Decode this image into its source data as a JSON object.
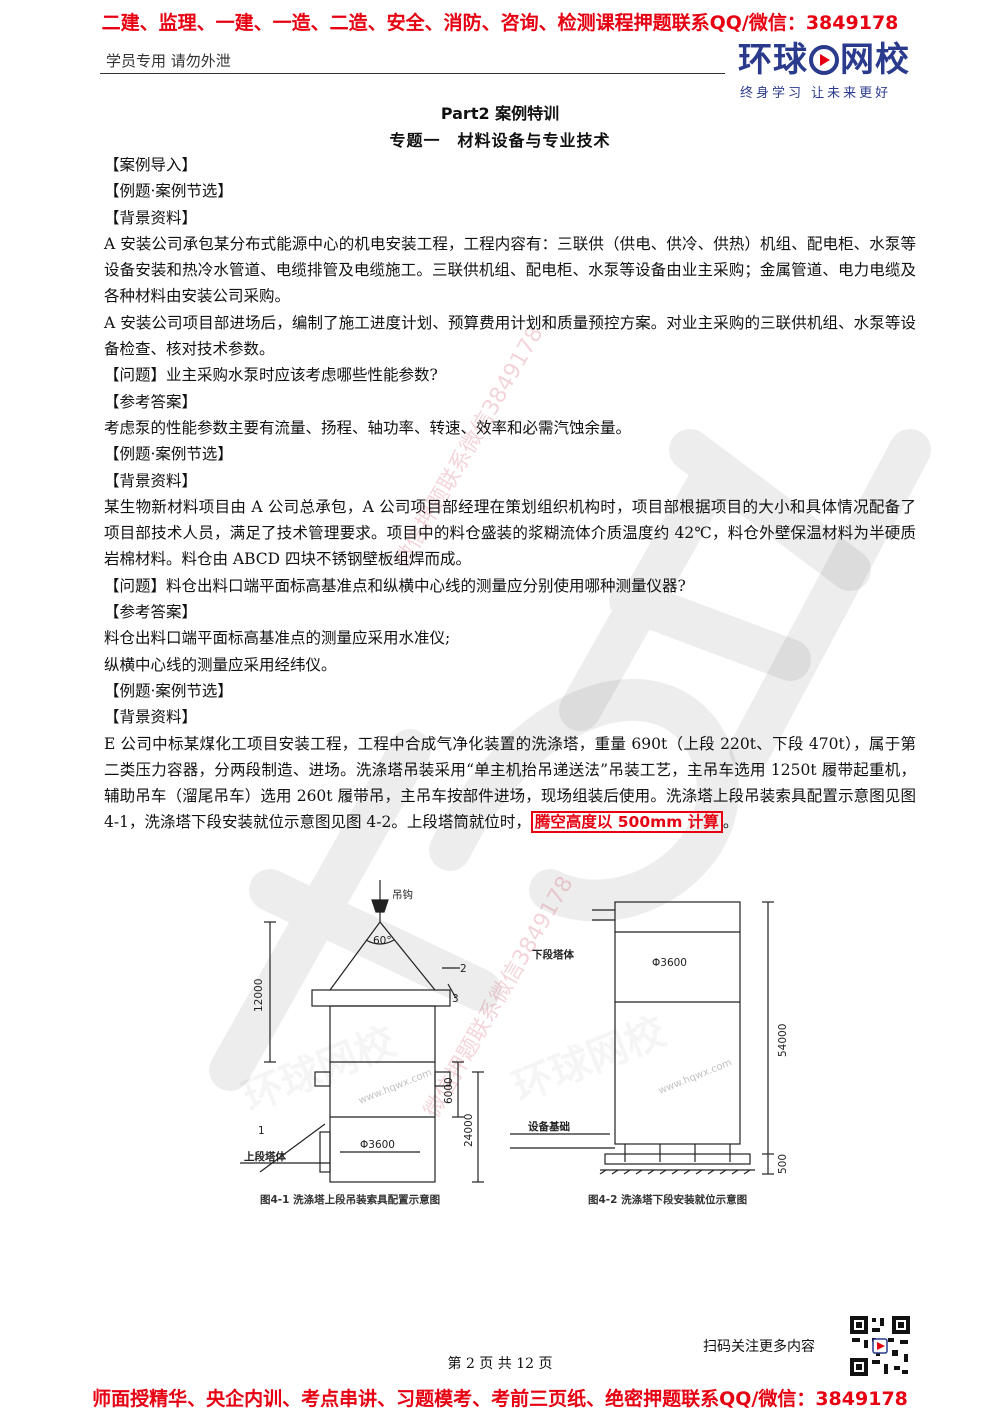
{
  "promo": {
    "top": "二建、监理、一建、一造、二造、安全、消防、咨询、检测课程押题联系QQ/微信：3849178",
    "bottom": "师面授精华、央企内训、考点串讲、习题模考、考前三页纸、绝密押题联系QQ/微信：3849178"
  },
  "header": {
    "note": "学员专用 请勿外泄",
    "logo_left": "环球",
    "logo_right": "网校",
    "slogan": "终身学习 让未来更好"
  },
  "watermark": {
    "diag_text": "微信押题联系微信3849178",
    "site": "www.hqwx.com"
  },
  "titles": {
    "part": "Part2 案例特训",
    "topic": "专题一　材料设备与专业技术"
  },
  "content": {
    "p01": "【案例导入】",
    "p02": "【例题·案例节选】",
    "p03": "【背景资料】",
    "p04": "A 安装公司承包某分布式能源中心的机电安装工程，工程内容有：三联供（供电、供冷、供热）机组、配电柜、水泵等设备安装和热冷水管道、电缆排管及电缆施工。三联供机组、配电柜、水泵等设备由业主采购；金属管道、电力电缆及各种材料由安装公司采购。",
    "p05": "A 安装公司项目部进场后，编制了施工进度计划、预算费用计划和质量预控方案。对业主采购的三联供机组、水泵等设备检查、核对技术参数。",
    "p06": "【问题】业主采购水泵时应该考虑哪些性能参数?",
    "p07": "【参考答案】",
    "p08": "考虑泵的性能参数主要有流量、扬程、轴功率、转速、效率和必需汽蚀余量。",
    "p09": "【例题·案例节选】",
    "p10": "【背景资料】",
    "p11": "某生物新材料项目由 A 公司总承包，A 公司项目部经理在策划组织机构时，项目部根据项目的大小和具体情况配备了项目部技术人员，满足了技术管理要求。项目中的料仓盛装的浆糊流体介质温度约 42℃，料仓外壁保温材料为半硬质岩棉材料。料仓由 ABCD 四块不锈钢壁板组焊而成。",
    "p12": "【问题】料仓出料口端平面标高基准点和纵横中心线的测量应分别使用哪种测量仪器?",
    "p13": "【参考答案】",
    "p14": "料仓出料口端平面标高基准点的测量应采用水准仪;",
    "p15": "纵横中心线的测量应采用经纬仪。",
    "p16": "【例题·案例节选】",
    "p17": "【背景资料】",
    "p18": "E 公司中标某煤化工项目安装工程，工程中合成气净化装置的洗涤塔，重量 690t（上段 220t、下段 470t），属于第二类压力容器，分两段制造、进场。洗涤塔吊装采用“单主机抬吊递送法”吊装工艺，主吊车选用 1250t 履带起重机，辅助吊车（溜尾吊车）选用 260t 履带吊，主吊车按部件进场，现场组装后使用。洗涤塔上段吊装索具配置示意图见图 4-1，洗涤塔下段安装就位示意图见图 4-2。上段塔筒就位时，",
    "p18_highlight": "腾空高度以 500mm 计算",
    "p18_end": "。"
  },
  "figure1": {
    "caption": "图4-1  洗涤塔上段吊装索具配置示意图",
    "hook": "吊钩",
    "angle": "60°",
    "n1": "1",
    "n2": "2",
    "n3": "3",
    "dim_1200": "12000",
    "dim_6000": "6000",
    "dim_24000": "24000",
    "dia": "Φ3600",
    "upper": "上段塔体"
  },
  "figure2": {
    "caption": "图4-2  洗涤塔下段安装就位示意图",
    "lower": "下段塔体",
    "dia": "Φ3600",
    "foundation": "设备基础",
    "dim_54000": "54000",
    "dim_500": "500"
  },
  "footer": {
    "page": "第 2 页 共 12 页",
    "qr_text": "扫码关注更多内容"
  }
}
